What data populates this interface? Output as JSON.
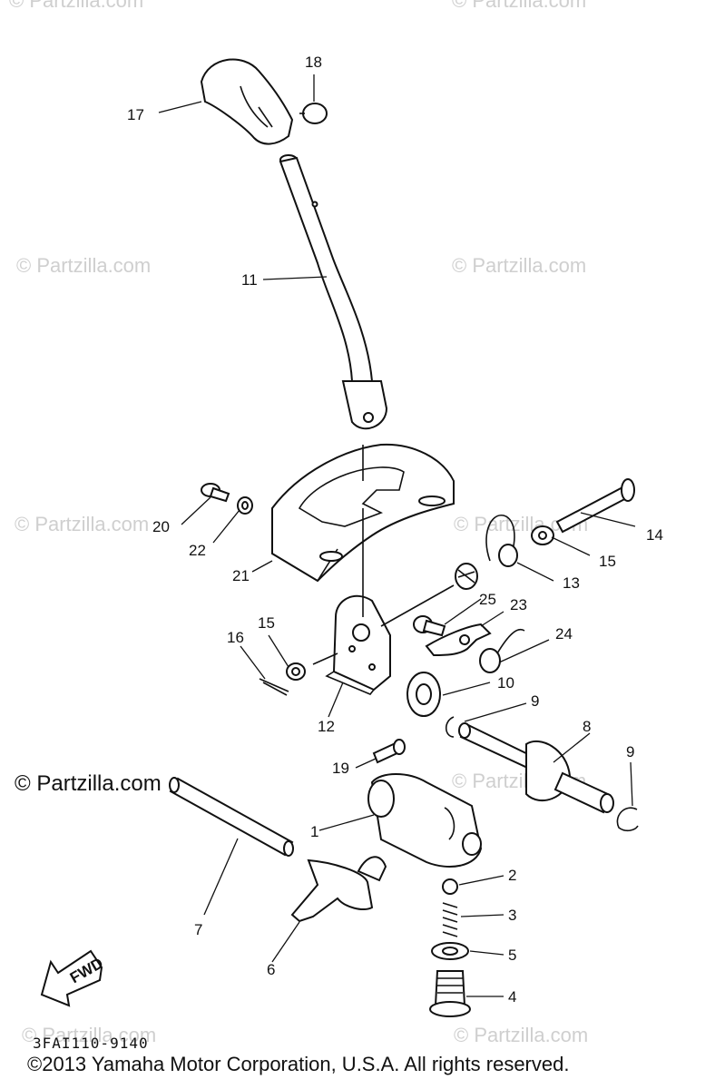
{
  "watermarks": {
    "text": "© Partzilla.com",
    "featured": "© Partzilla.com"
  },
  "callouts": {
    "c1": "1",
    "c2": "2",
    "c3": "3",
    "c4": "4",
    "c5": "5",
    "c6": "6",
    "c7": "7",
    "c8": "8",
    "c9a": "9",
    "c9b": "9",
    "c10": "10",
    "c11": "11",
    "c12": "12",
    "c13": "13",
    "c14": "14",
    "c15a": "15",
    "c15b": "15",
    "c16": "16",
    "c17": "17",
    "c18": "18",
    "c19": "19",
    "c20": "20",
    "c21": "21",
    "c22": "22",
    "c23": "23",
    "c24": "24",
    "c25": "25"
  },
  "fwd_label": "FWD",
  "diagram_code": "3FAI110-9140",
  "copyright": "©2013  Yamaha Motor Corporation, U.S.A. All rights reserved.",
  "colors": {
    "line": "#111111",
    "watermark": "#cfcfcf",
    "background": "#ffffff"
  },
  "icons": {
    "fwd": "fwd-arrow-icon"
  }
}
